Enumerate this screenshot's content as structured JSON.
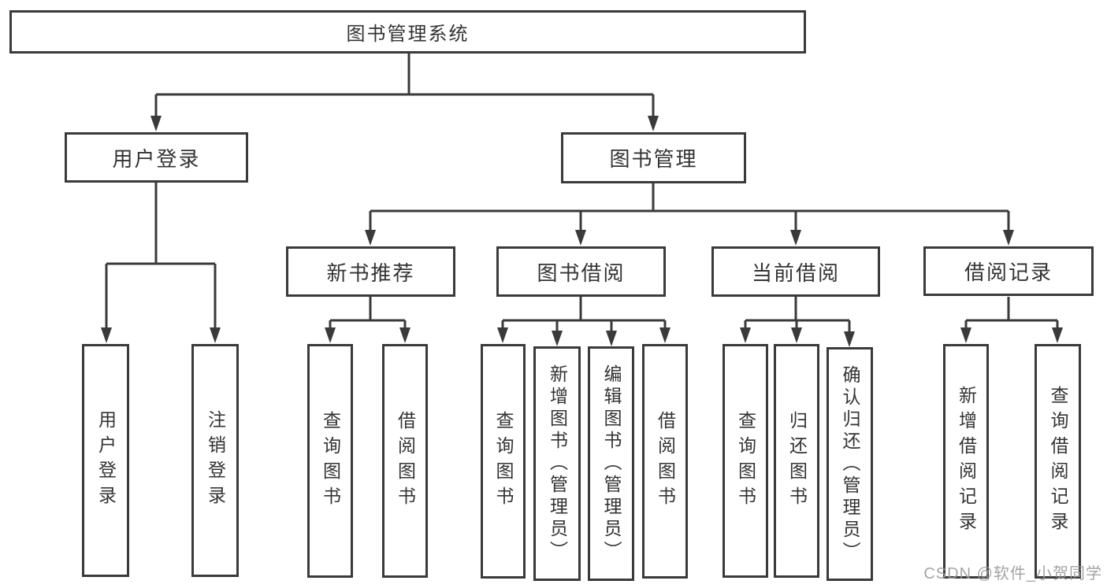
{
  "tree": {
    "label": "图书管理系统",
    "children": [
      {
        "label": "用户登录",
        "children": [
          {
            "label": "用户登录"
          },
          {
            "label": "注销登录"
          }
        ]
      },
      {
        "label": "图书管理",
        "children": [
          {
            "label": "新书推荐",
            "children": [
              {
                "label": "查询图书"
              },
              {
                "label": "借阅图书"
              }
            ]
          },
          {
            "label": "图书借阅",
            "children": [
              {
                "label": "查询图书"
              },
              {
                "label": "新增图书（管理员）"
              },
              {
                "label": "编辑图书（管理员）"
              },
              {
                "label": "借阅图书"
              }
            ]
          },
          {
            "label": "当前借阅",
            "children": [
              {
                "label": "查询图书"
              },
              {
                "label": "归还图书"
              },
              {
                "label": "确认归还（管理员）"
              }
            ]
          },
          {
            "label": "借阅记录",
            "children": [
              {
                "label": "新增借阅记录"
              },
              {
                "label": "查询借阅记录"
              }
            ]
          }
        ]
      }
    ]
  },
  "watermark": {
    "text": "CSDN @软件_小贺同学",
    "color": "#9b9b9b"
  },
  "colors": {
    "line": "#3a3a3a",
    "text": "#333333",
    "background": "#ffffff"
  }
}
